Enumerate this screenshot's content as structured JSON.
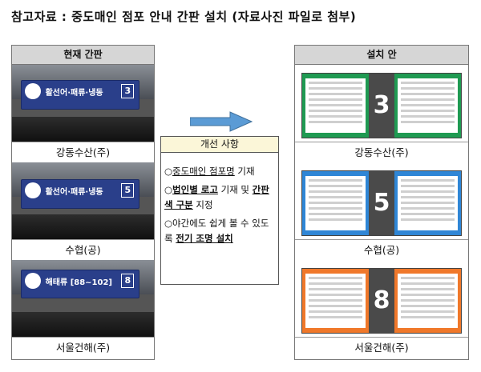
{
  "title": "참고자료 : 중도매인 점포 안내 간판 설치 (자료사진 파일로 첨부)",
  "left_column": {
    "header": "현재 간판",
    "items": [
      {
        "caption": "강동수산(주)",
        "sign_text": "활선어·패류·냉동",
        "number": "3"
      },
      {
        "caption": "수협(공)",
        "sign_text": "활선어·패류·냉동",
        "number": "5"
      },
      {
        "caption": "서울건해(주)",
        "sign_text": "해태류 [88~102]",
        "number": "8"
      }
    ]
  },
  "improvement": {
    "header": "개선 사항",
    "line1_prefix": "○",
    "line1_emph": "중도매인 점포명",
    "line1_rest": " 기재",
    "line2_prefix": "○",
    "line2_emph": "법인별 로고",
    "line2_mid": " 기재 및 ",
    "line2_emph2": "간판 색 구분",
    "line2_rest": " 지정",
    "line3_start": "○야간에도 쉽게 볼 수 있도록 ",
    "line3_emph": "전기 조명 설치"
  },
  "right_column": {
    "header": "설치 안",
    "items": [
      {
        "caption": "강동수산(주)",
        "number": "3",
        "color": "#1f9a52"
      },
      {
        "caption": "수협(공)",
        "number": "5",
        "color": "#2f86d6"
      },
      {
        "caption": "서울건해(주)",
        "number": "8",
        "color": "#f0782a"
      }
    ]
  },
  "colors": {
    "arrow": "#5b9bd5",
    "board_center": "#4a4a4a"
  }
}
